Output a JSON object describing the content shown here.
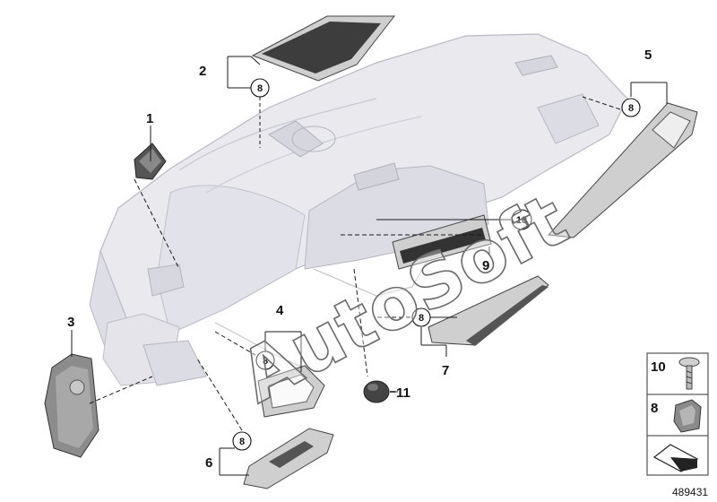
{
  "watermark": "AutoSoft",
  "diagram_id": "489431",
  "callouts": {
    "c1": "1",
    "c2": "2",
    "c3": "3",
    "c4": "4",
    "c5": "5",
    "c6": "6",
    "c7": "7",
    "c9": "9",
    "c11": "11"
  },
  "circled": {
    "pos2": "8",
    "pos4": "8",
    "pos5": "8",
    "pos6": "8",
    "pos7": "8",
    "pos10": "10"
  },
  "legend": {
    "row1": "10",
    "row2": "8"
  },
  "colors": {
    "dash_body": "#e9e9ee",
    "dash_outline": "#b9b9c4",
    "part_fill": "#d2d2d2",
    "part_dark": "#3d3d3d",
    "line": "#1a1a1a"
  }
}
